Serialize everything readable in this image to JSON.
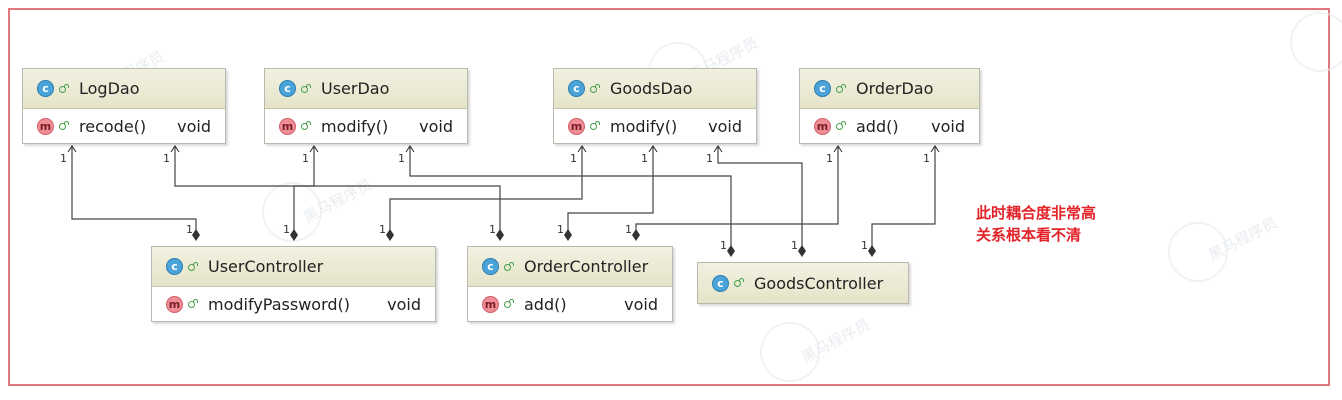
{
  "classes": {
    "log_dao": {
      "name": "LogDao",
      "method": "recode()",
      "return_type": "void"
    },
    "user_dao": {
      "name": "UserDao",
      "method": "modify()",
      "return_type": "void"
    },
    "goods_dao": {
      "name": "GoodsDao",
      "method": "modify()",
      "return_type": "void"
    },
    "order_dao": {
      "name": "OrderDao",
      "method": "add()",
      "return_type": "void"
    },
    "user_controller": {
      "name": "UserController",
      "method": "modifyPassword()",
      "return_type": "void"
    },
    "order_controller": {
      "name": "OrderController",
      "method": "add()",
      "return_type": "void"
    },
    "goods_controller": {
      "name": "GoodsController"
    }
  },
  "badges": {
    "class": "c",
    "method": "m"
  },
  "multiplicity": "1",
  "note": {
    "line1": "此时耦合度非常高",
    "line2": "关系根本看不清"
  },
  "watermark": "黑马程序员",
  "colors": {
    "note": "#e2242a",
    "frame": "#e0787c",
    "class_badge": "#4aa3d9",
    "method_badge": "#ef8e96",
    "header": "#e5e4c9"
  }
}
